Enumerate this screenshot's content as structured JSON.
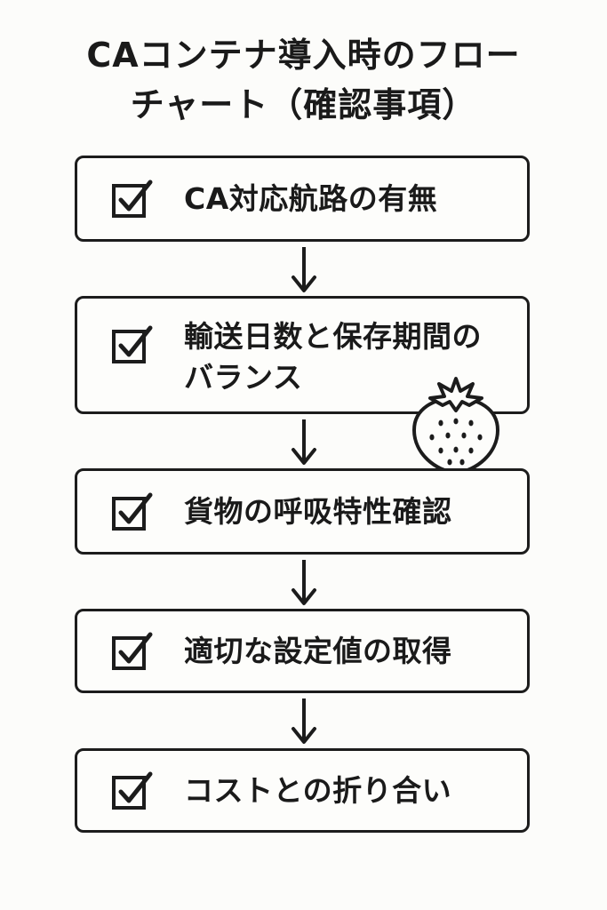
{
  "title": {
    "line1": "CAコンテナ導入時のフロー",
    "line2": "チャート（確認事項）"
  },
  "steps": [
    {
      "label": "CA対応航路の有無"
    },
    {
      "label_line1": "輸送日数と保存期間の",
      "label_line2": "バランス"
    },
    {
      "label": "貨物の呼吸特性確認"
    },
    {
      "label": "適切な設定値の取得"
    },
    {
      "label": "コストとの折り合い"
    }
  ],
  "icons": {
    "step_icon": "checkbox-checked-icon",
    "arrow_icon": "arrow-down-icon",
    "illustration": "strawberry-icon"
  },
  "colors": {
    "stroke": "#1c1c1c",
    "background": "#fcfcfa"
  }
}
